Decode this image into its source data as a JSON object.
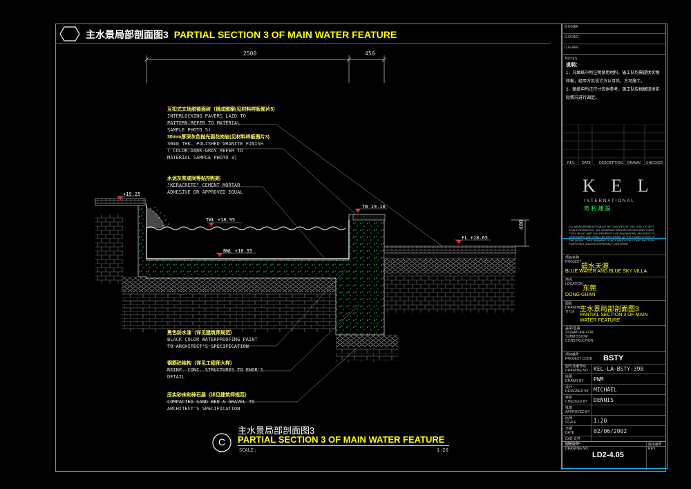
{
  "header": {
    "title_cn": "主水景局部剖面图3",
    "title_en": "PARTIAL SECTION 3 OF MAIN WATER FEATURE"
  },
  "dimensions": {
    "d1": "2500",
    "d2": "450",
    "d3": "400"
  },
  "levels": {
    "l1": "+19.25",
    "tw": "TW 19.10",
    "twl": "TWL +18.95",
    "bwl": "BWL +18.55",
    "fl": "FL +18.65"
  },
  "notes": [
    {
      "cn": "互扣式文场脱锁面砖（镜成图案(见材料样板图片5)",
      "en": [
        "INTERLOCKING PAVERS LAID TO",
        "PATTERN(REFER TO MATERIAL",
        "SAMPLE PHOTO 5)"
      ]
    },
    {
      "cn": "30mm厚深灰色抛光面花岗岩(见材料样板图片3)",
      "en": [
        "30mm THK. POLISHED GRANITE FINISH",
        "( COLOR:DARK-GRAY REFER TO",
        "MATERIAL SAMPLE PHOTO 3)"
      ]
    },
    {
      "cn": "水泥灰浆或同等贴剂粘贴",
      "en": [
        "\"KERACRETE\" CEMENT MORTAR",
        "ADHESIVE OR APPROVED EQUAL"
      ]
    },
    {
      "cn": "黑色防水漆（详见建筑师规范）",
      "en": [
        "BLACK COLOR WATERPROOFING PAINT",
        "TO ARCHITECT'S SPECIFICATION"
      ]
    },
    {
      "cn": "钢筋砼结构（详见工程师大样）",
      "en": [
        "REINF. CONC. STRUCTURES TO ENGR'S",
        "DETAIL"
      ]
    },
    {
      "cn": "压实砂床和碎石层（详见建筑师规范）",
      "en": [
        "COMPACTED SAND BED & GRAVEL TO",
        "ARCHITECT'S SPECIFICATION"
      ]
    }
  ],
  "footer": {
    "marker": "C",
    "title_cn": "主水景局部剖面图3",
    "title_en": "PARTIAL SECTION 3 OF MAIN WATER FEATURE",
    "scale_label": "SCALE:",
    "scale_value": "1:20"
  },
  "titleblock": {
    "rev_rows": [
      "B.O.REF.",
      "D.O.REF.",
      "U.G.REF."
    ],
    "notes_label": "NOTES",
    "notes_title": "说明：",
    "notes": [
      "1、凡图纸中所注明使用材料，施工队均需提供实物样板，经甲方及设计方认可后，方可施工。",
      "2、图纸中所注尺寸仅供参考，施工队应根据现场实际情况进行调定。"
    ],
    "rev_headers": [
      "REV.",
      "DATE",
      "DESCRIPTION",
      "DRAWN",
      "CHECKED"
    ],
    "logo": "K E L",
    "logo_sub": "INTERNATIONAL",
    "logo_cn": "奇 利 建 設",
    "disclaimer": "ALL MEASUREMENTS MUST BE CHECKED AT THE SITE. DO NOT SCALE DRAWINGS - ALL DRAWING SPECIFICATIONS AND THEIR COPY RIGHT ARE THE PROPERTY OF ENGINEERS, ARCHITECTS, DESIGNERS AND SHALL BE RETURNED AT THE COMPLETION OF THE WORK - THIS DRAWING IS NOT VALID FOR CONSTRUCTION PURPOSES UNLESS EXPRESSLY CERTIFIED",
    "project_label": "项目名称\nPROJECT",
    "project_cn": "碧水天源",
    "project_en": "BLUE WATER AND BLUE SKY VILLA",
    "location_label": "地点\nLOCATION",
    "location_cn": "东莞",
    "location_en": "DONG GUAN",
    "drawing_title_label": "图名\nDRAWING\nTITLE",
    "drawing_title_cn": "主水景局部剖面图3",
    "drawing_title_en": "PARTIAL SECTION 3 OF MAIN WATER FEATURE",
    "sig_label": "盖章/签署\nSIGNATURE FOR\nSUBMISSION/\nCONSTRUCTION",
    "project_code_label": "项目编号\nPROJECT CODE",
    "project_code": "BSTY",
    "rows": [
      {
        "label": "图号及编号码\nDRAWING NO.",
        "value": "KEL-LA-BSTY-398"
      },
      {
        "label": "绘图\nDRAWN BY",
        "value": "PWM"
      },
      {
        "label": "设计\nDESIGNED BY",
        "value": "MICHAEL"
      },
      {
        "label": "审核\nCHECKED BY",
        "value": "DENNIS"
      },
      {
        "label": "批准\nAPPROVED BY",
        "value": ""
      },
      {
        "label": "比例\nSCALE",
        "value": "1:20"
      },
      {
        "label": "日期\nDATE",
        "value": "02/06/2002"
      },
      {
        "label": "CAD 文件\nCAD FILE",
        "value": ""
      }
    ],
    "drawing_no_label": "图纸编号\nDRAWING NO.",
    "drawing_no": "LD2-4.05",
    "rev_label": "版本编号\nREV."
  }
}
